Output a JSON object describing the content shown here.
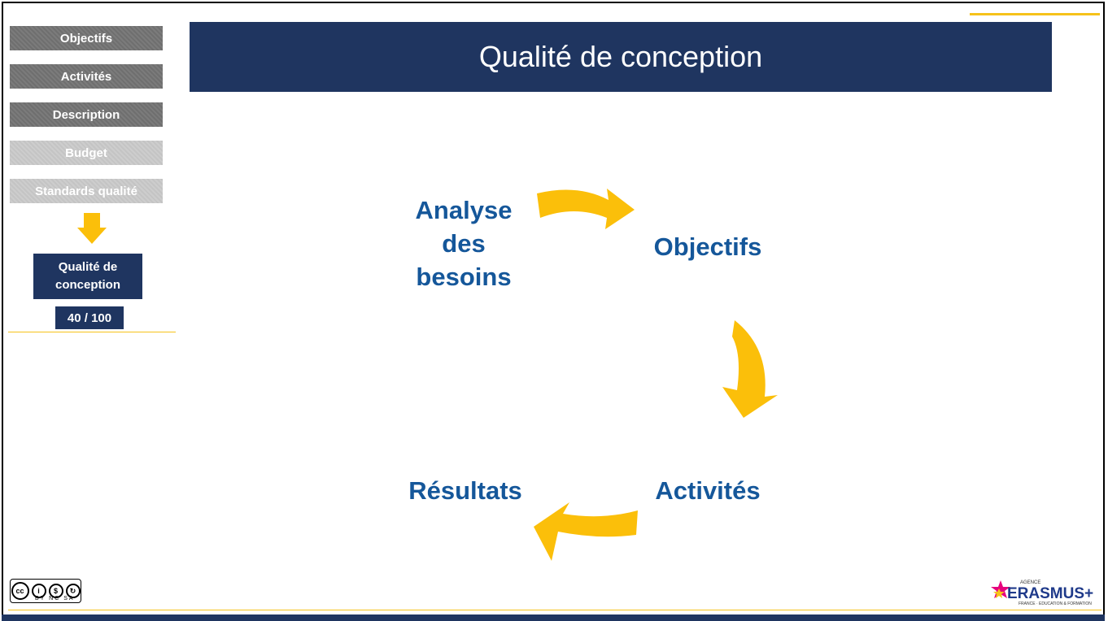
{
  "nav": {
    "items": [
      {
        "label": "Objectifs",
        "state": "done"
      },
      {
        "label": "Activités",
        "state": "done"
      },
      {
        "label": "Description",
        "state": "done"
      },
      {
        "label": "Budget",
        "state": "todo"
      },
      {
        "label": "Standards qualité",
        "state": "todo"
      }
    ],
    "current": "Qualité de conception",
    "progress": "40 / 100"
  },
  "title": "Qualité de conception",
  "cycle": {
    "steps": {
      "needs": "Analyse des besoins",
      "objectives": "Objectifs",
      "activities": "Activités",
      "results": "Résultats"
    }
  },
  "footer": {
    "license_icon": "cc-by-nc-sa-icon",
    "license_text": "BY NC SA",
    "logo_agence": "AGENCE",
    "logo_name": "ERASMUS+",
    "logo_sub": "FRANCE · EDUCATION & FORMATION"
  },
  "colors": {
    "navy": "#1f3560",
    "accent_yellow": "#f6c21a",
    "arrow_yellow": "#fbbf0a",
    "label_blue": "#15579a",
    "nav_done": "#737373",
    "nav_todo": "#c8c8c8"
  }
}
